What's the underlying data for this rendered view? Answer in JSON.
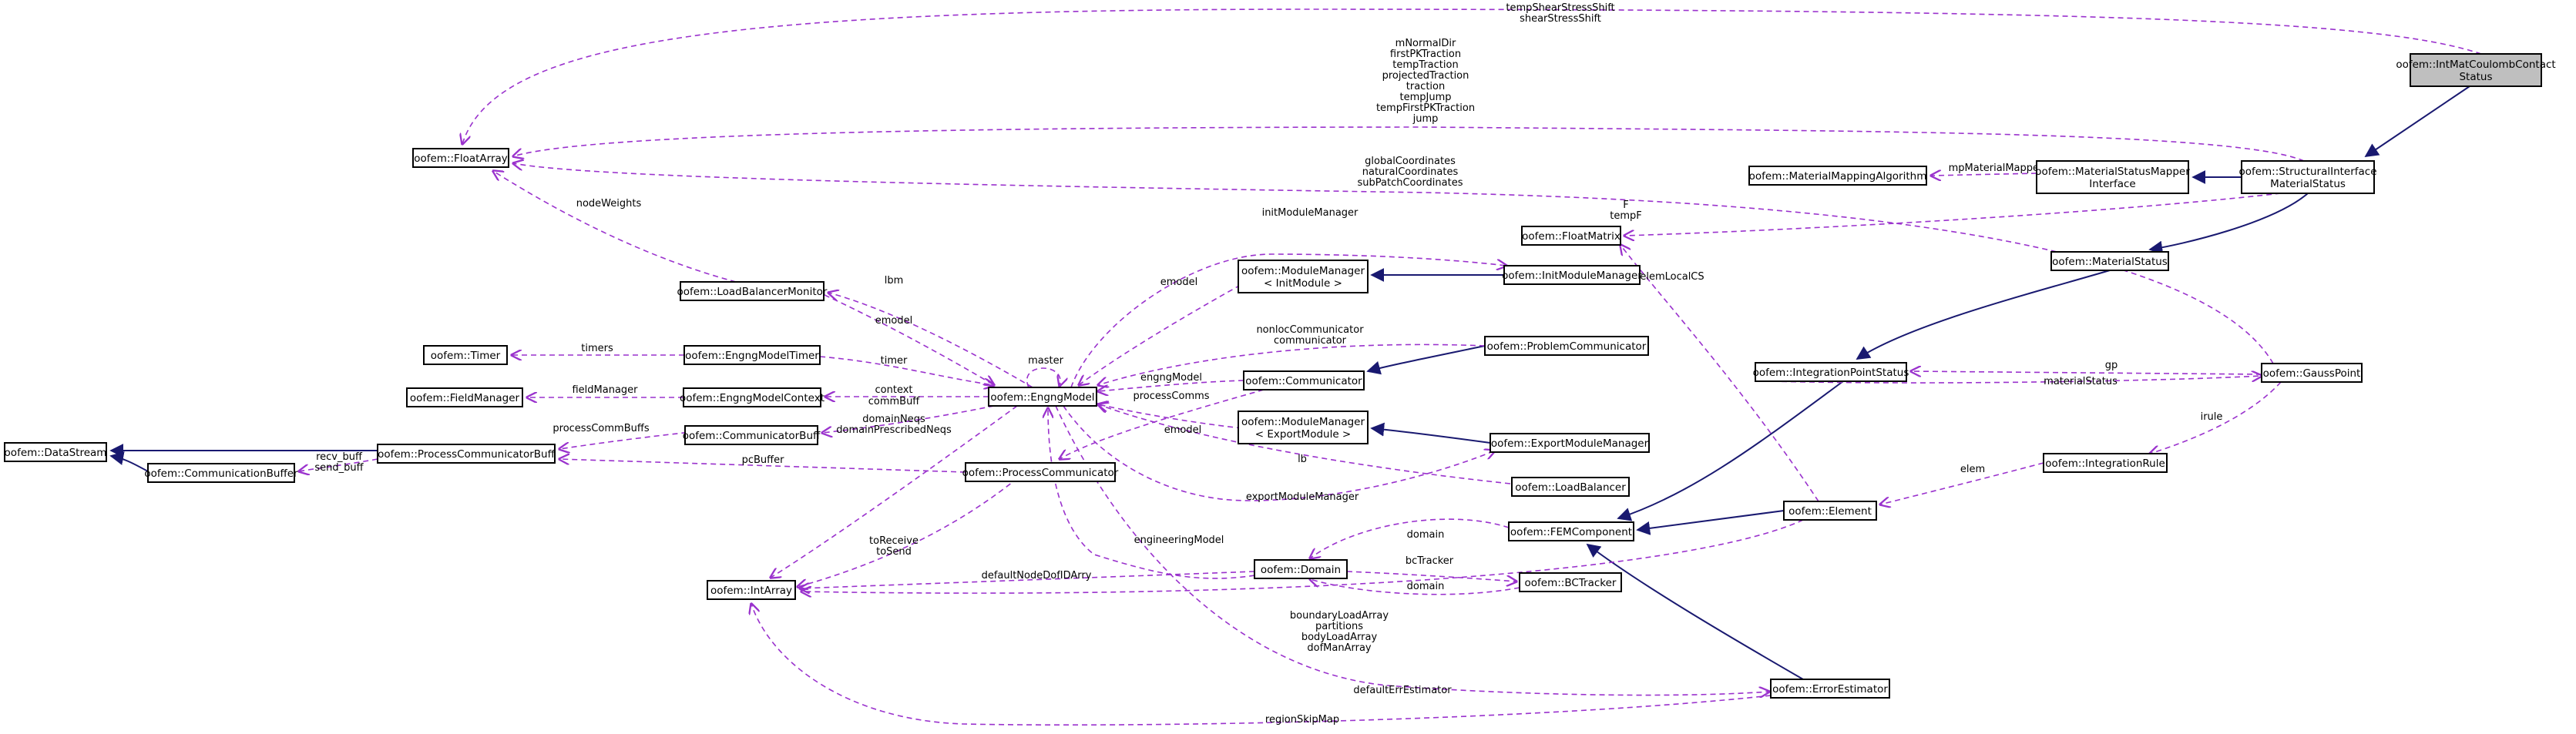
{
  "colors": {
    "inheritance_edge": "#191970",
    "usage_edge": "#9a32cd",
    "current_node_fill": "#bfbfbf",
    "node_fill": "#ffffff"
  },
  "nodes": {
    "intmat": [
      "oofem::IntMatCoulombContact",
      "Status"
    ],
    "structural": [
      "oofem::StructuralInterface",
      "MaterialStatus"
    ],
    "mapper_iface": [
      "oofem::MaterialStatusMapper",
      "Interface"
    ],
    "mapping_alg": [
      "oofem::MaterialMappingAlgorithm"
    ],
    "floatarray": [
      "oofem::FloatArray"
    ],
    "floatmatrix": [
      "oofem::FloatMatrix"
    ],
    "matstatus": [
      "oofem::MaterialStatus"
    ],
    "ipstatus": [
      "oofem::IntegrationPointStatus"
    ],
    "gausspoint": [
      "oofem::GaussPoint"
    ],
    "intrule": [
      "oofem::IntegrationRule"
    ],
    "element": [
      "oofem::Element"
    ],
    "femcomp": [
      "oofem::FEMComponent"
    ],
    "domain": [
      "oofem::Domain"
    ],
    "bctracker": [
      "oofem::BCTracker"
    ],
    "errest": [
      "oofem::ErrorEstimator"
    ],
    "intarray": [
      "oofem::IntArray"
    ],
    "engng": [
      "oofem::EngngModel"
    ],
    "lbm": [
      "oofem::LoadBalancerMonitor"
    ],
    "timer": [
      "oofem::Timer"
    ],
    "emtimer": [
      "oofem::EngngModelTimer"
    ],
    "fieldmgr": [
      "oofem::FieldManager"
    ],
    "emcontext": [
      "oofem::EngngModelContext"
    ],
    "datastream": [
      "oofem::DataStream"
    ],
    "pcbuff": [
      "oofem::ProcessCommunicatorBuff"
    ],
    "combuff": [
      "oofem::CommunicationBuffer"
    ],
    "commbuff": [
      "oofem::CommunicatorBuff"
    ],
    "proccomm": [
      "oofem::ProcessCommunicator"
    ],
    "communicator": [
      "oofem::Communicator"
    ],
    "probcomm": [
      "oofem::ProblemCommunicator"
    ],
    "mm_init": [
      "oofem::ModuleManager",
      "< InitModule >"
    ],
    "initmm": [
      "oofem::InitModuleManager"
    ],
    "mm_export": [
      "oofem::ModuleManager",
      "< ExportModule >"
    ],
    "exportmm": [
      "oofem::ExportModuleManager"
    ],
    "loadbal": [
      "oofem::LoadBalancer"
    ]
  },
  "edge_labels": {
    "shear": [
      "tempShearStressShift",
      "shearStressShift"
    ],
    "tractions": [
      "mNormalDir",
      "firstPKTraction",
      "tempTraction",
      "projectedTraction",
      "traction",
      "tempJump",
      "tempFirstPKTraction",
      "jump"
    ],
    "coords": [
      "globalCoordinates",
      "naturalCoordinates",
      "subPatchCoordinates"
    ],
    "mpMaterialMapper": [
      "mpMaterialMapper"
    ],
    "F": [
      "F",
      "tempF"
    ],
    "nodeWeights": [
      "nodeWeights"
    ],
    "initModuleManager": [
      "initModuleManager"
    ],
    "elemLocalCS": [
      "elemLocalCS"
    ],
    "lbm": [
      "lbm"
    ],
    "emodel1": [
      "emodel"
    ],
    "emodel2": [
      "emodel"
    ],
    "emodel3": [
      "emodel"
    ],
    "nonloc": [
      "nonlocCommunicator",
      "communicator"
    ],
    "master": [
      "master"
    ],
    "timers": [
      "timers"
    ],
    "timer": [
      "timer"
    ],
    "engngModel1": [
      "engngModel"
    ],
    "fieldManager": [
      "fieldManager"
    ],
    "context": [
      "context"
    ],
    "commBuff": [
      "commBuff"
    ],
    "processComms": [
      "processComms"
    ],
    "gp": [
      "gp"
    ],
    "materialStatus": [
      "materialStatus"
    ],
    "processCommBuffs": [
      "processCommBuffs"
    ],
    "recvsend": [
      "recv_buff",
      "send_buff"
    ],
    "pcBuffer": [
      "pcBuffer"
    ],
    "domainNeqs": [
      "domainNeqs",
      "domainPrescribedNeqs"
    ],
    "lb": [
      "lb"
    ],
    "exportModuleManager": [
      "exportModuleManager"
    ],
    "irule": [
      "irule"
    ],
    "elem": [
      "elem"
    ],
    "domain1": [
      "domain"
    ],
    "domain2": [
      "domain"
    ],
    "toReceive": [
      "toReceive",
      "toSend"
    ],
    "engineeringModel": [
      "engineeringModel"
    ],
    "defaultNodeDofIDArry": [
      "defaultNodeDofIDArry"
    ],
    "bcTracker": [
      "bcTracker"
    ],
    "boundary": [
      "boundaryLoadArray",
      "partitions",
      "bodyLoadArray",
      "dofManArray"
    ],
    "defaultErrEstimator": [
      "defaultErrEstimator"
    ],
    "regionSkipMap": [
      "regionSkipMap"
    ]
  }
}
